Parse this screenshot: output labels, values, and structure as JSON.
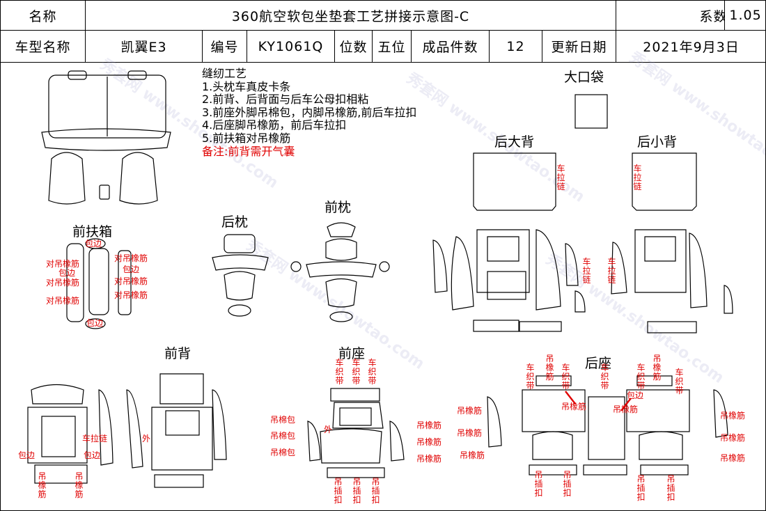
{
  "header": {
    "name_label": "名称",
    "title": "360航空软包坐垫套工艺拼接示意图-C",
    "coef_label": "系数",
    "coef_value": "1.05",
    "model_label": "车型名称",
    "model_value": "凯翼E3",
    "code_label": "编号",
    "code_value": "KY1061Q",
    "seats_label": "位数",
    "seats_value": "五位",
    "pieces_label": "成品件数",
    "pieces_value": "12",
    "date_label": "更新日期",
    "date_value": "2021年9月3日"
  },
  "notes": {
    "title": "缝纫工艺",
    "items": [
      "1.头枕车真皮卡条",
      "2.前背、后背面与后车公母扣相粘",
      "3.前座外脚吊棉包，内脚吊橡筋,前后车拉扣",
      "4.后座脚吊橡筋，前后车拉扣",
      "5.前扶箱对吊橡筋"
    ],
    "remark": "备注:前背需开气囊"
  },
  "sections": {
    "big_pocket": "大口袋",
    "rear_big_back": "后大背",
    "rear_small_back": "后小背",
    "front_armrest": "前扶箱",
    "rear_headrest": "后枕",
    "front_headrest": "前枕",
    "front_back": "前背",
    "front_seat": "前座",
    "rear_seat": "后座"
  },
  "annotations": {
    "wrap_edge": "包边",
    "pair_elastic": "对吊橡筋",
    "rear_zipper": "车拉链",
    "outer": "外",
    "hang_elastic": "吊橡筋",
    "hang_cotton": "吊棉包",
    "sew_strip": "车织带",
    "hang_clip": "吊插扣"
  },
  "watermark": "秀套网 www.showtao.com",
  "colors": {
    "line": "#000000",
    "annotation": "#e00000",
    "watermark": "#9696c8"
  }
}
